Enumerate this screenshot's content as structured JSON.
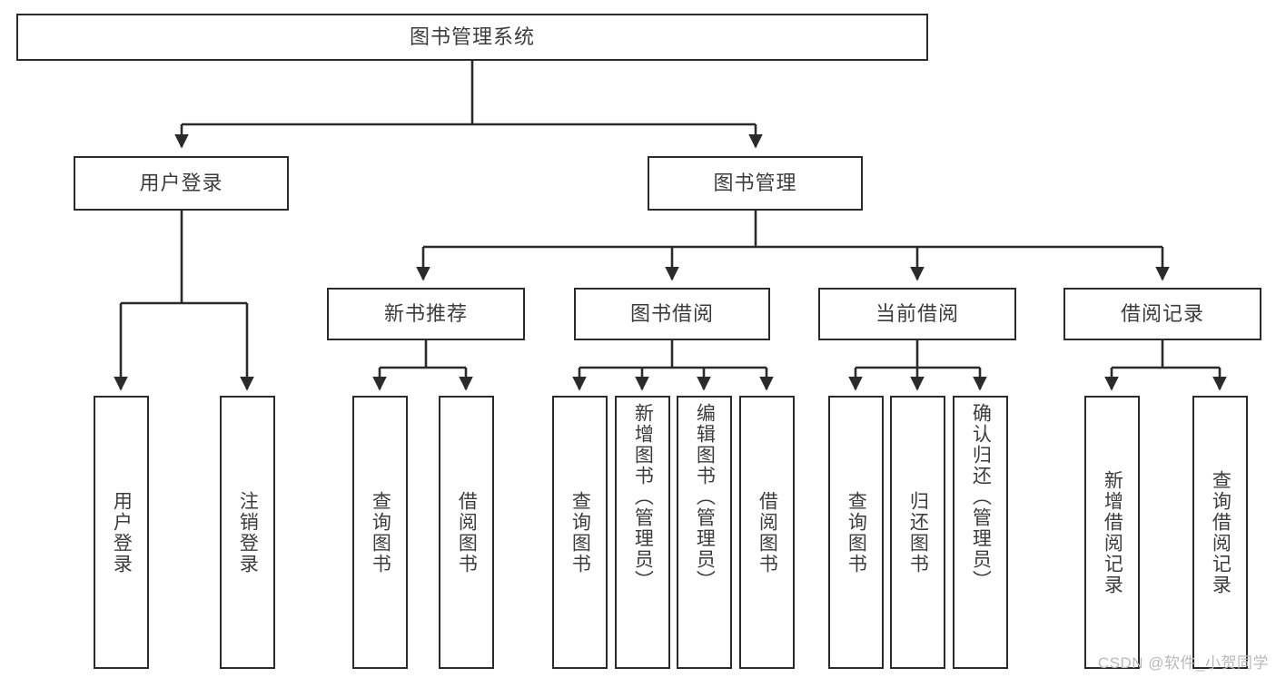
{
  "diagram": {
    "type": "tree-hierarchy-chart",
    "title": "图书管理系统",
    "root": {
      "label": "图书管理系统"
    },
    "level2": [
      {
        "label": "用户登录"
      },
      {
        "label": "图书管理"
      }
    ],
    "level3": [
      {
        "label": "新书推荐"
      },
      {
        "label": "图书借阅"
      },
      {
        "label": "当前借阅"
      },
      {
        "label": "借阅记录"
      }
    ],
    "leaves": {
      "user_login": [
        {
          "label": "用户登录"
        },
        {
          "label": "注销登录"
        }
      ],
      "new_book_recommend": [
        {
          "label": "查询图书"
        },
        {
          "label": "借阅图书"
        }
      ],
      "book_borrow": [
        {
          "label": "查询图书"
        },
        {
          "label": "新增图书（管理员）"
        },
        {
          "label": "编辑图书（管理员）"
        },
        {
          "label": "借阅图书"
        }
      ],
      "current_borrow": [
        {
          "label": "查询图书"
        },
        {
          "label": "归还图书"
        },
        {
          "label": "确认归还（管理员）"
        }
      ],
      "borrow_record": [
        {
          "label": "新增借阅记录"
        },
        {
          "label": "查询借阅记录"
        }
      ]
    }
  },
  "watermark": {
    "text": "CSDN @软件_小贺同学"
  },
  "colors": {
    "stroke": "#2b2b2b",
    "text": "#3c3c3c",
    "background": "#ffffff",
    "watermark": "#b9b9b9"
  }
}
